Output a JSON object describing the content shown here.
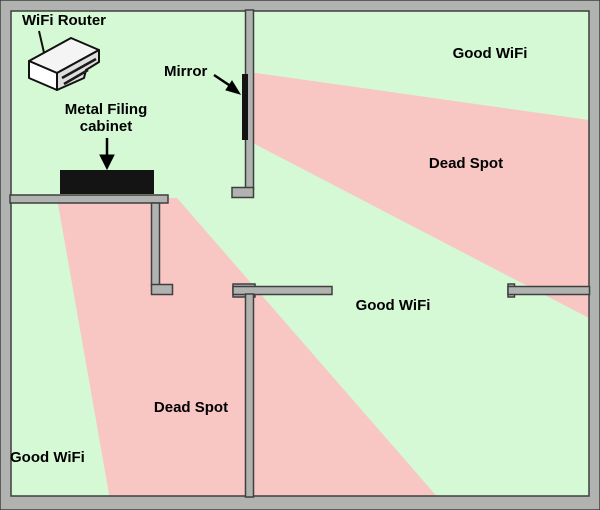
{
  "diagram": {
    "type": "wifi-coverage-floorplan",
    "labels": {
      "wifi_router": "WiFi Router",
      "metal_filing_cabinet_line1": "Metal Filing",
      "metal_filing_cabinet_line2": "cabinet",
      "mirror": "Mirror",
      "good_wifi_top_right": "Good WiFi",
      "dead_spot_top_right": "Dead Spot",
      "good_wifi_middle": "Good WiFi",
      "dead_spot_bottom_left": "Dead Spot",
      "good_wifi_bottom_left": "Good WiFi"
    },
    "colors": {
      "good_wifi": "#d5f9d4",
      "dead_spot": "#f8c6c3",
      "wall": "#b0b3b0",
      "wall_outline": "#3f3f3f",
      "object_black": "#141414",
      "text": "#000000"
    }
  }
}
